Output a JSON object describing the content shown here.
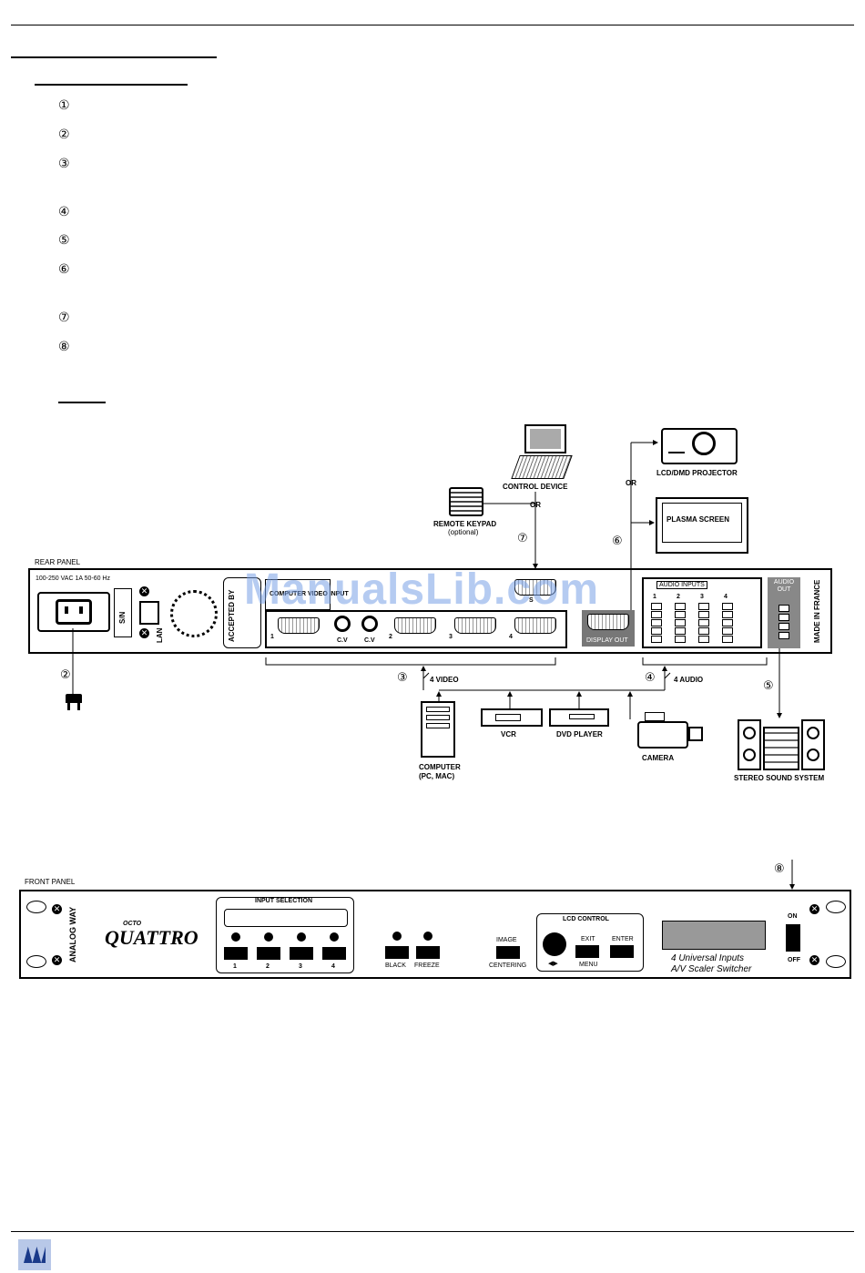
{
  "steps": [
    "①",
    "②",
    "③",
    "④",
    "⑤",
    "⑥",
    "⑦",
    "⑧"
  ],
  "watermark": "ManualsLib.com",
  "devices": {
    "control_device": "CONTROL DEVICE",
    "or1": "OR",
    "remote_keypad": "REMOTE KEYPAD",
    "remote_keypad_note": "(optional)",
    "projector": "LCD/DMD PROJECTOR",
    "or2": "OR",
    "plasma": "PLASMA SCREEN",
    "computer": "COMPUTER",
    "computer_note": "(PC, MAC)",
    "vcr": "VCR",
    "dvd": "DVD PLAYER",
    "camera": "CAMERA",
    "stereo": "STEREO SOUND SYSTEM"
  },
  "rear_panel": {
    "title": "REAR PANEL",
    "power_spec": "100-250 VAC 1A 50-60 Hz",
    "sn": "S/N",
    "lan": "LAN",
    "accepted_by": "ACCEPTED BY",
    "computer_video_input": "COMPUTER VIDEO INPUT",
    "cv": "C.V",
    "s": "S",
    "display_out": "DISPLAY OUT",
    "audio_inputs": "AUDIO INPUTS",
    "audio_out": "AUDIO OUT",
    "made_in": "MADE IN FRANCE",
    "input_numbers": [
      "1",
      "2",
      "3",
      "4"
    ],
    "video_bus": "4 VIDEO",
    "audio_bus": "4 AUDIO"
  },
  "front_panel": {
    "title": "FRONT PANEL",
    "brand": "ANALOG WAY",
    "logo_small": "OCTO",
    "logo_big": "QUATTRO",
    "input_selection": "INPUT SELECTION",
    "inputs": [
      "1",
      "2",
      "3",
      "4"
    ],
    "black": "BLACK",
    "freeze": "FREEZE",
    "image": "IMAGE",
    "centering": "CENTERING",
    "lcd_control": "LCD CONTROL",
    "exit": "EXIT",
    "enter": "ENTER",
    "menu": "MENU",
    "desc_line1": "4 Universal Inputs",
    "desc_line2": "A/V Scaler Switcher",
    "on": "ON",
    "off": "OFF"
  }
}
